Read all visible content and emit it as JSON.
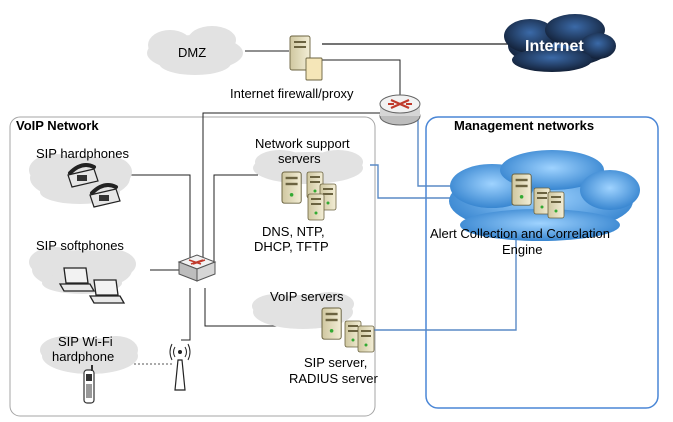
{
  "zones": {
    "voip_network": "VoIP Network",
    "management_networks": "Management networks"
  },
  "clouds": {
    "dmz": "DMZ",
    "internet": "Internet"
  },
  "nodes": {
    "firewall": "Internet firewall/proxy",
    "network_support_line1": "Network support",
    "network_support_line2": "servers",
    "network_support_services_line1": "DNS, NTP,",
    "network_support_services_line2": "DHCP, TFTP",
    "sip_hardphones": "SIP hardphones",
    "sip_softphones": "SIP softphones",
    "sip_wifi_line1": "SIP Wi-Fi",
    "sip_wifi_line2": "hardphone",
    "voip_servers": "VoIP servers",
    "voip_servers_detail_line1": "SIP server,",
    "voip_servers_detail_line2": "RADIUS server",
    "alert_engine_line1": "Alert Collection and Correlation",
    "alert_engine_line2": "Engine"
  },
  "colors": {
    "cloud_gray": "#e2e2e2",
    "internet_cloud": "#1c2a44",
    "management_border": "#4a86d6",
    "management_cloud": "#3d8fd6",
    "voip_border": "#a5a5a5",
    "link_blue": "#5a8ac6",
    "link_black": "#222222"
  }
}
